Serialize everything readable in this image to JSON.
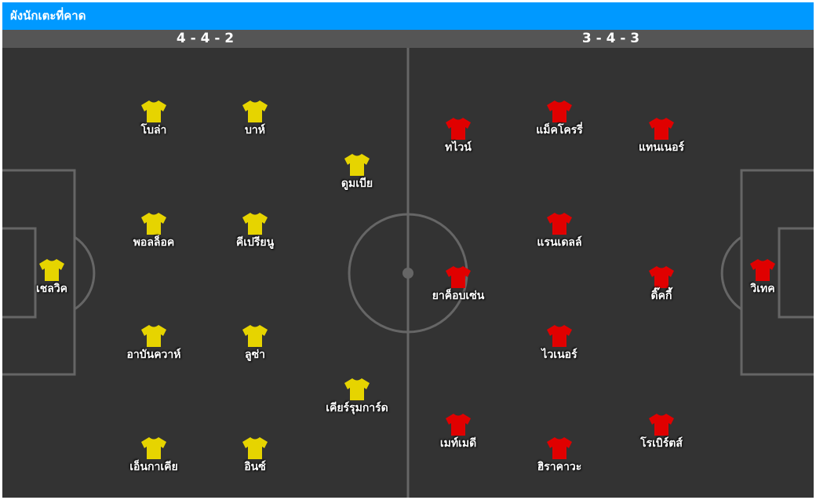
{
  "header": {
    "title": "ผังนักเตะที่คาด"
  },
  "formations": {
    "home": "4 - 4 - 2",
    "away": "3 - 4 - 3"
  },
  "colors": {
    "header_bg": "#0099ff",
    "pitch": "#333333",
    "home_kit": "#e6d400",
    "away_kit": "#e00000"
  },
  "players": {
    "home": [
      {
        "name": "เชลวิค",
        "icon": "yellow-shirt-icon"
      },
      {
        "name": "โบล่า",
        "icon": "yellow-shirt-icon"
      },
      {
        "name": "บาห์",
        "icon": "yellow-shirt-icon"
      },
      {
        "name": "พอลล็อค",
        "icon": "yellow-shirt-icon"
      },
      {
        "name": "คีเปรียนู",
        "icon": "yellow-shirt-icon"
      },
      {
        "name": "อาบันควาห์",
        "icon": "yellow-shirt-icon"
      },
      {
        "name": "ลูซ่า",
        "icon": "yellow-shirt-icon"
      },
      {
        "name": "เอ็นกาเคีย",
        "icon": "yellow-shirt-icon"
      },
      {
        "name": "อินซ์",
        "icon": "yellow-shirt-icon"
      },
      {
        "name": "ดูมเบีย",
        "icon": "yellow-shirt-icon"
      },
      {
        "name": "เคียร์รุมการ์ด",
        "icon": "yellow-shirt-icon"
      }
    ],
    "away": [
      {
        "name": "วิเทค",
        "icon": "red-shirt-icon"
      },
      {
        "name": "ทไวน์",
        "icon": "red-shirt-icon"
      },
      {
        "name": "แม็คโครรี่",
        "icon": "red-shirt-icon"
      },
      {
        "name": "แทนเนอร์",
        "icon": "red-shirt-icon"
      },
      {
        "name": "แรนเดลล์",
        "icon": "red-shirt-icon"
      },
      {
        "name": "ยาค็อบเซ่น",
        "icon": "red-shirt-icon"
      },
      {
        "name": "ดิ๊คกี้",
        "icon": "red-shirt-icon"
      },
      {
        "name": "ไวเนอร์",
        "icon": "red-shirt-icon"
      },
      {
        "name": "เมท์เมดี",
        "icon": "red-shirt-icon"
      },
      {
        "name": "ฮิราคาวะ",
        "icon": "red-shirt-icon"
      },
      {
        "name": "โรเบิร์ตส์",
        "icon": "red-shirt-icon"
      }
    ]
  }
}
